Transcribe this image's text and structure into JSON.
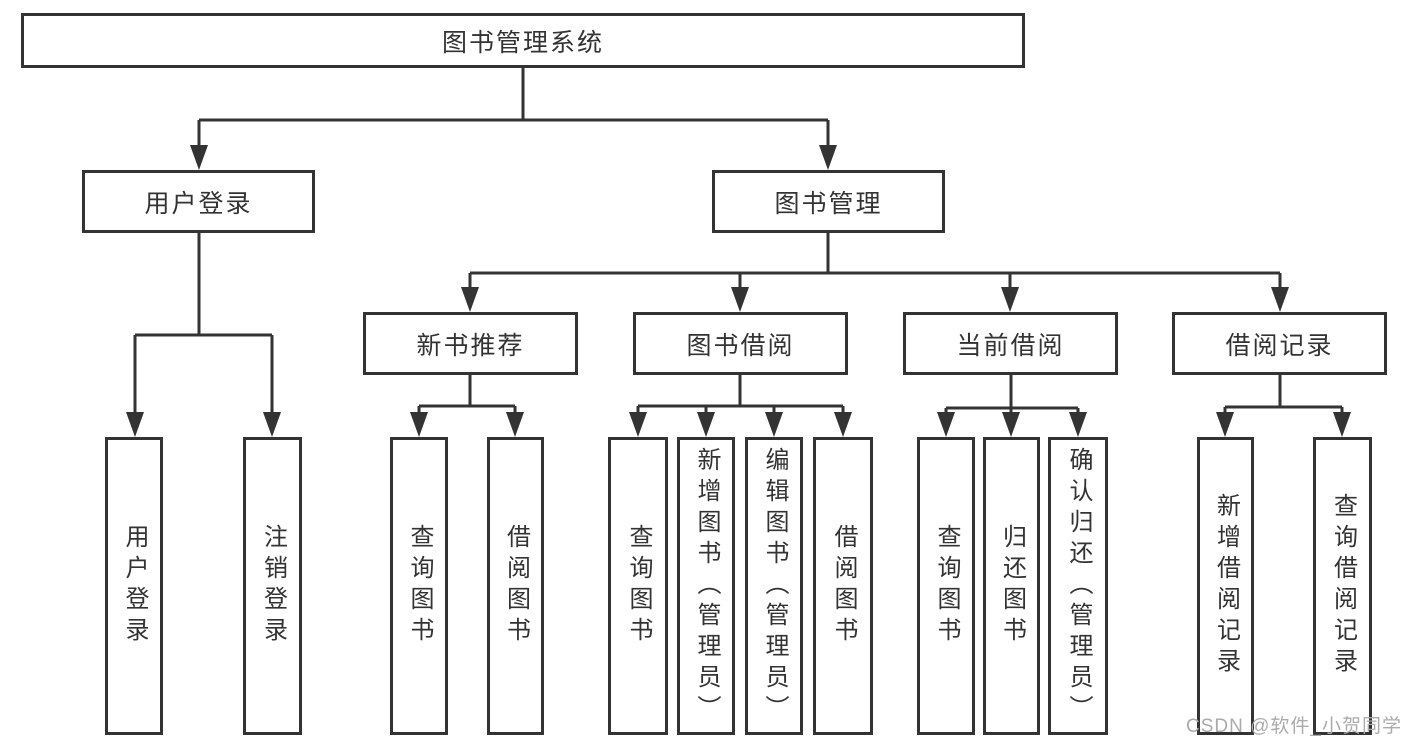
{
  "tree": {
    "root": {
      "label": "图书管理系统"
    },
    "branches": [
      {
        "label": "用户登录",
        "children": [
          {
            "label": "用户登录"
          },
          {
            "label": "注销登录"
          }
        ]
      },
      {
        "label": "图书管理",
        "children": [
          {
            "label": "新书推荐",
            "children": [
              {
                "label": "查询图书"
              },
              {
                "label": "借阅图书"
              }
            ]
          },
          {
            "label": "图书借阅",
            "children": [
              {
                "label": "查询图书"
              },
              {
                "label": "新增图书（管理员）"
              },
              {
                "label": "编辑图书（管理员）"
              },
              {
                "label": "借阅图书"
              }
            ]
          },
          {
            "label": "当前借阅",
            "children": [
              {
                "label": "查询图书"
              },
              {
                "label": "归还图书"
              },
              {
                "label": "确认归还（管理员）"
              }
            ]
          },
          {
            "label": "借阅记录",
            "children": [
              {
                "label": "新增借阅记录"
              },
              {
                "label": "查询借阅记录"
              }
            ]
          }
        ]
      }
    ]
  },
  "watermark": {
    "text": "CSDN @软件_小贺同学"
  },
  "colors": {
    "line": "#333333",
    "box_border": "#333333",
    "box_fill": "#ffffff",
    "text": "#333333",
    "watermark_text": "#ababab",
    "background": "#ffffff"
  }
}
